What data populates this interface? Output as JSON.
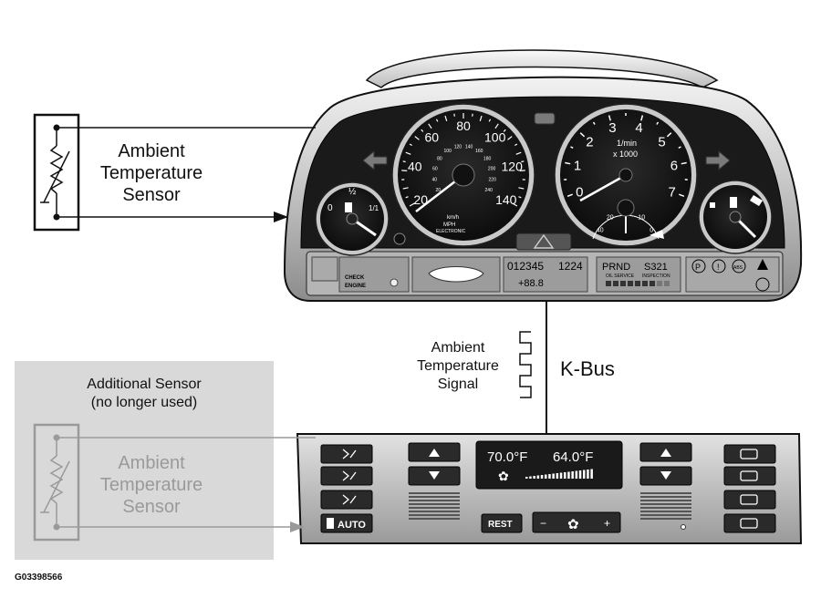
{
  "sensor_label": [
    "Ambient",
    "Temperature",
    "Sensor"
  ],
  "additional_sensor": {
    "title": [
      "Additional Sensor",
      "(no longer used)"
    ],
    "label": [
      "Ambient",
      "Temperature",
      "Sensor"
    ]
  },
  "signal_label": [
    "Ambient",
    "Temperature",
    "Signal"
  ],
  "bus_label": "K-Bus",
  "figure_id": "G03398566",
  "cluster": {
    "speedo_ticks": [
      "20",
      "40",
      "60",
      "80",
      "100",
      "120",
      "140"
    ],
    "speedo_inner_ticks": [
      "20",
      "40",
      "60",
      "80",
      "100",
      "120",
      "140",
      "160",
      "180",
      "200",
      "220",
      "240"
    ],
    "speedo_units": [
      "km/h",
      "MPH",
      "ELECTRONIC"
    ],
    "tacho_ticks": [
      "0",
      "1",
      "2",
      "3",
      "4",
      "5",
      "6",
      "7"
    ],
    "tacho_units": [
      "1/min",
      "x 1000"
    ],
    "tacho_inner_ticks": [
      "40",
      "20",
      "15",
      "10",
      "0"
    ],
    "fuel_ticks": [
      "0",
      "½",
      "1/1"
    ],
    "odometer": "012345",
    "trip": "1224",
    "temp_readout": "+88.8",
    "gear_display": "PRND",
    "gear_code": "S321",
    "service_labels": [
      "OIL SERVICE",
      "INSPECTION"
    ],
    "check_engine": [
      "CHECK",
      "ENGINE"
    ],
    "warning_icons": [
      "P",
      "!",
      "ABS"
    ]
  },
  "climate": {
    "left_temp": "70.0°F",
    "right_temp": "64.0°F",
    "rest_label": "REST",
    "auto_label": "AUTO",
    "minus": "−",
    "plus": "+"
  },
  "colors": {
    "line": "#111111",
    "greyed": "#9a9a9a",
    "panel_fill": "#d9d9d9"
  }
}
